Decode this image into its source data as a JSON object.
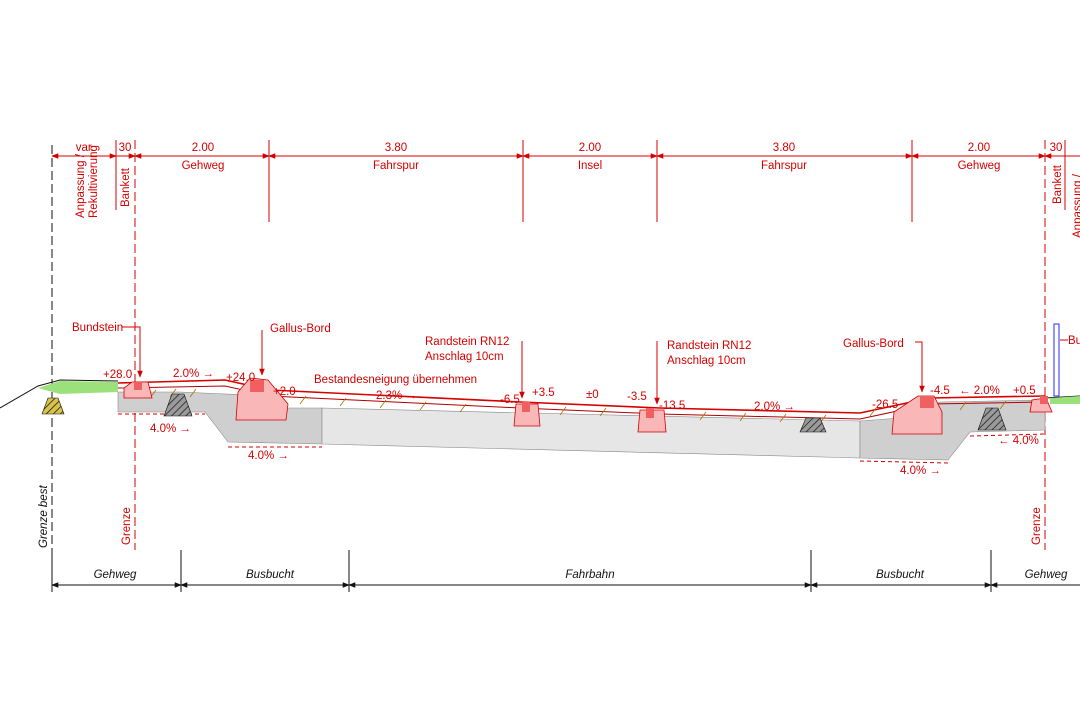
{
  "top_dimensions": [
    {
      "value": "var.",
      "label": ""
    },
    {
      "value": "30",
      "label": ""
    },
    {
      "value": "2.00",
      "label": "Gehweg"
    },
    {
      "value": "3.80",
      "label": "Fahrspur"
    },
    {
      "value": "2.00",
      "label": "Insel"
    },
    {
      "value": "3.80",
      "label": "Fahrspur"
    },
    {
      "value": "2.00",
      "label": "Gehweg"
    },
    {
      "value": "30",
      "label": ""
    }
  ],
  "vertical_labels": {
    "anpassung_left": "Anpassung /",
    "rekultivierung_left": "Rekultivierung",
    "bankett_left": "Bankett",
    "bankett_right": "Bankett",
    "anpassung_right": "Anpassung /",
    "grenze_best": "Grenze best",
    "grenze_left": "Grenze",
    "grenze_right": "Grenze"
  },
  "callouts": {
    "bundstein": "Bundstein",
    "bundstein_right": "Bu",
    "gallus_left": "Gallus-Bord",
    "gallus_right": "Gallus-Bord",
    "randstein_left_1": "Randstein RN12",
    "randstein_left_2": "Anschlag 10cm",
    "randstein_right_1": "Randstein RN12",
    "randstein_right_2": "Anschlag 10cm",
    "bestand": "Bestandesneigung übernehmen"
  },
  "heights": {
    "h_p28": "+28.0",
    "h_p24": "+24.0",
    "h_p2": "+2.0",
    "h_m65": "-6.5",
    "h_p35": "+3.5",
    "h_pm0": "±0",
    "h_m35": "-3.5",
    "h_m135": "-13.5",
    "h_m265": "-26.5",
    "h_m45": "-4.5",
    "h_p05": "+0.5"
  },
  "slopes": {
    "s_gehweg_left": "2.0% →",
    "s_road_left": "2.3% →",
    "s_road_right": "2.0% →",
    "s_gehweg_right": "← 2.0%",
    "s_under_left": "4.0% →",
    "s_under_left2": "4.0% →",
    "s_under_right": "4.0% →",
    "s_under_right2": "← 4.0%"
  },
  "bottom_zones": [
    {
      "label": "Gehweg"
    },
    {
      "label": "Busbucht"
    },
    {
      "label": "Fahrbahn"
    },
    {
      "label": "Busbucht"
    },
    {
      "label": "Gehweg"
    }
  ],
  "colors": {
    "red": "#d40000",
    "pink": "#f9b7b7",
    "green": "#9be07a",
    "grey": "#c8c8c8",
    "lightgrey": "#e4e4e4"
  }
}
